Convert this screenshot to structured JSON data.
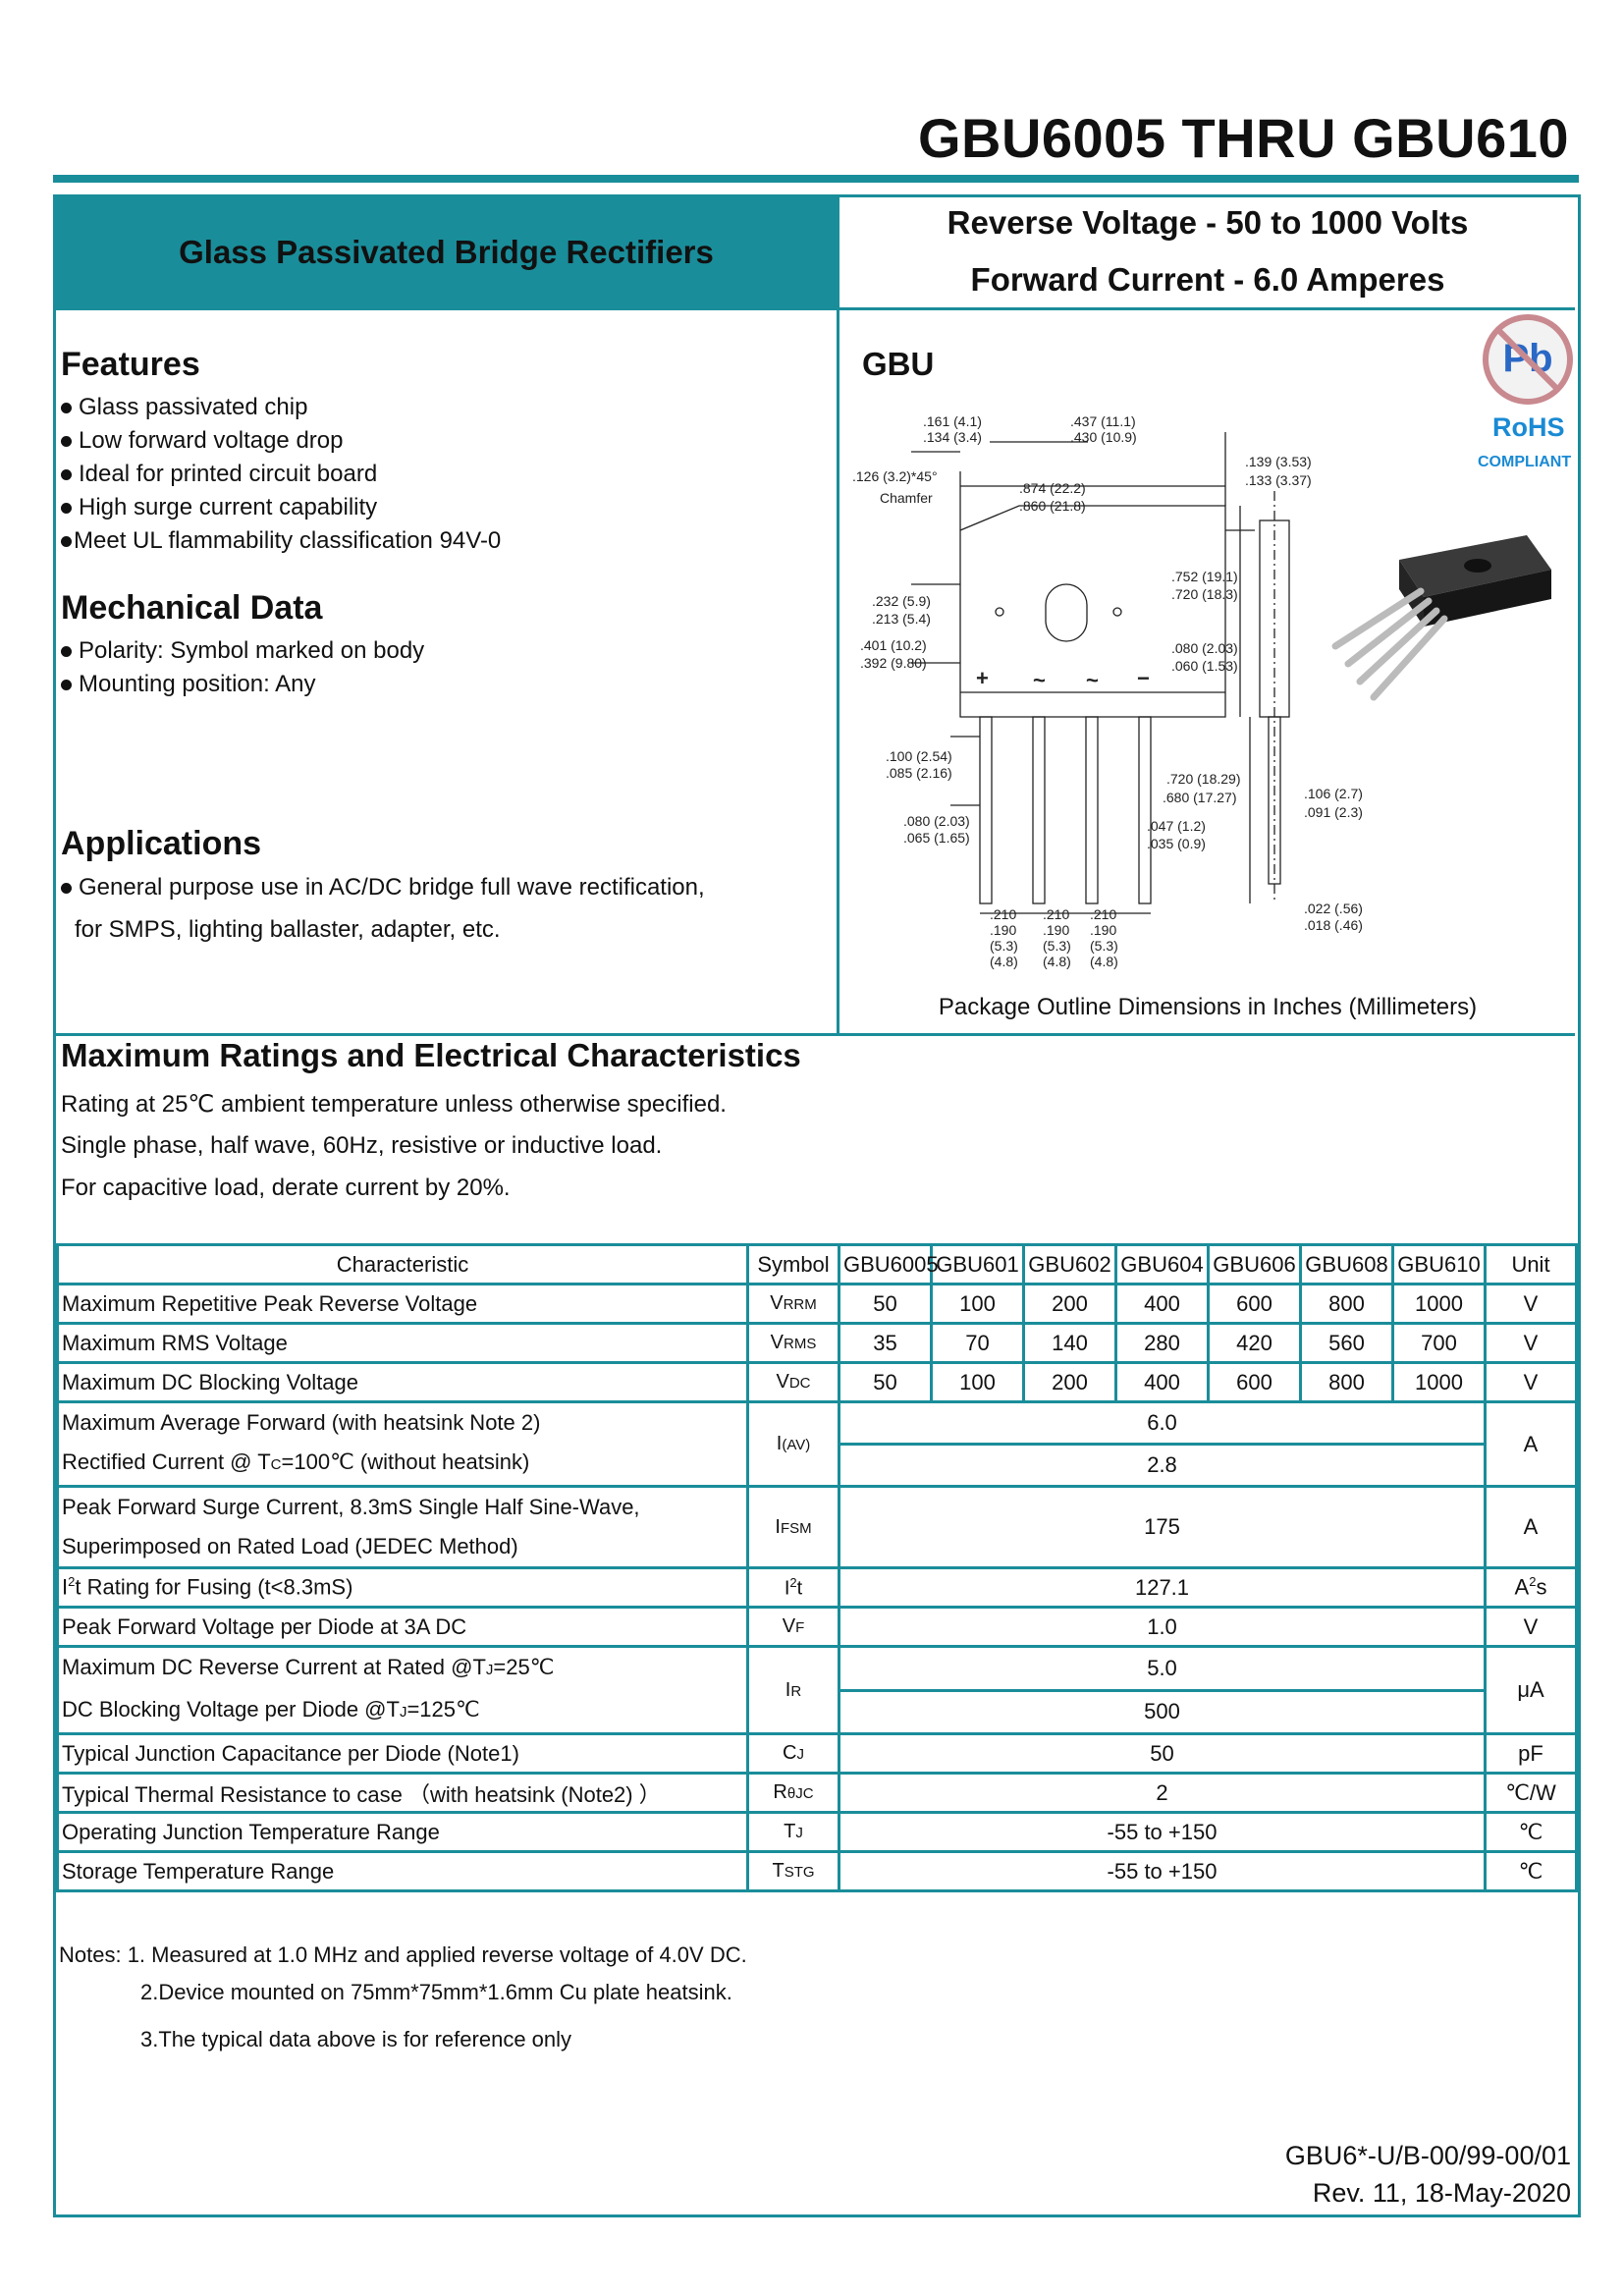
{
  "title": "GBU6005 THRU GBU610",
  "header": {
    "subtitle": "Glass Passivated Bridge Rectifiers",
    "reverse_voltage": "Reverse Voltage  -  50 to 1000 Volts",
    "forward_current": "Forward Current -  6.0 Amperes"
  },
  "features": {
    "title": "Features",
    "items": [
      "Glass passivated chip",
      "Low forward voltage drop",
      "Ideal for printed circuit board",
      "High surge current capability",
      "Meet UL flammability classification 94V-0"
    ]
  },
  "mechanical": {
    "title": "Mechanical Data",
    "items": [
      "Polarity: Symbol marked on body",
      "Mounting position: Any"
    ]
  },
  "applications": {
    "title": "Applications",
    "line1": "General purpose use in AC/DC bridge full wave rectification,",
    "line2": "for SMPS, lighting ballaster, adapter, etc."
  },
  "package": {
    "label": "GBU",
    "caption": "Package Outline Dimensions in Inches (Millimeters)",
    "rohs": "RoHS",
    "rohs_compliant": "COMPLIANT",
    "pb": "Pb",
    "dims": {
      "d1": ".161 (4.1)",
      "d2": ".134 (3.4)",
      "d3": ".437 (11.1)",
      "d4": ".430 (10.9)",
      "d5": ".126 (3.2)*45°",
      "d6": "Chamfer",
      "d7": ".874 (22.2)",
      "d8": ".860 (21.8)",
      "d9": ".139 (3.53)",
      "d10": ".133 (3.37)",
      "d11": ".752 (19.1)",
      "d12": ".720 (18.3)",
      "d13": ".232 (5.9)",
      "d14": ".213 (5.4)",
      "d15": ".401 (10.2)",
      "d16": ".392 (9.80)",
      "d17": ".080 (2.03)",
      "d18": ".060 (1.53)",
      "d19": ".100 (2.54)",
      "d20": ".085 (2.16)",
      "d21": ".720 (18.29)",
      "d22": ".680 (17.27)",
      "d23": ".106 (2.7)",
      "d24": ".091 (2.3)",
      "d25": ".080 (2.03)",
      "d26": ".065 (1.65)",
      "d27": ".047 (1.2)",
      "d28": ".035 (0.9)",
      "d29": ".022 (.56)",
      "d30": ".018 (.46)",
      "d31": ".210",
      "d32": ".190",
      "d33": "(5.3)",
      "d34": "(4.8)"
    },
    "marks": {
      "plus": "+",
      "tilde": "~",
      "minus": "−"
    }
  },
  "ratings": {
    "title": "Maximum Ratings and Electrical Characteristics",
    "p1": "Rating at 25℃ ambient temperature unless otherwise specified.",
    "p2": "Single phase, half wave, 60Hz, resistive or inductive load.",
    "p3": "For capacitive load, derate current by 20%."
  },
  "table": {
    "headers": [
      "Characteristic",
      "Symbol",
      "GBU6005",
      "GBU601",
      "GBU602",
      "GBU604",
      "GBU606",
      "GBU608",
      "GBU610",
      "Unit"
    ],
    "rows": [
      {
        "char": "Maximum Repetitive Peak Reverse Voltage",
        "sym_main": "V",
        "sym_sub": "RRM",
        "values": [
          "50",
          "100",
          "200",
          "400",
          "600",
          "800",
          "1000"
        ],
        "unit": "V"
      },
      {
        "char": "Maximum RMS Voltage",
        "sym_main": "V",
        "sym_sub": "RMS",
        "values": [
          "35",
          "70",
          "140",
          "280",
          "420",
          "560",
          "700"
        ],
        "unit": "V"
      },
      {
        "char": "Maximum DC Blocking Voltage",
        "sym_main": "V",
        "sym_sub": "DC",
        "values": [
          "50",
          "100",
          "200",
          "400",
          "600",
          "800",
          "1000"
        ],
        "unit": "V"
      }
    ],
    "avg": {
      "char1": "Maximum Average Forward   (with heatsink Note 2)",
      "char2": "Rectified Current @ T",
      "char2_sub": "C",
      "char2_end": "=100℃   (without heatsink)",
      "sym": "I",
      "sym_sub": "(AV)",
      "v1": "6.0",
      "v2": "2.8",
      "unit": "A"
    },
    "surge": {
      "char1": "Peak Forward Surge Current, 8.3mS Single Half Sine-Wave,",
      "char2": "Superimposed on Rated Load (JEDEC Method)",
      "sym": "I",
      "sym_sub": "FSM",
      "value": "175",
      "unit": "A"
    },
    "i2t": {
      "char_a": "I",
      "char_sup": "2",
      "char_b": "t Rating for Fusing (t<8.3mS)",
      "sym_a": "I",
      "sym_sup": "2",
      "sym_b": "t",
      "value": "127.1",
      "unit_a": "A",
      "unit_sup": "2",
      "unit_b": "s"
    },
    "vf": {
      "char": "Peak Forward Voltage per Diode at 3A DC",
      "sym": "V",
      "sym_sub": "F",
      "value": "1.0",
      "unit": "V"
    },
    "ir": {
      "char1a": "Maximum DC Reverse Current at Rated @T",
      "char1_sub": "J",
      "char1b": "=25℃",
      "char2a": "DC Blocking Voltage per Diode @T",
      "char2_sub": "J",
      "char2b": "=125℃",
      "sym": "I",
      "sym_sub": "R",
      "v1": "5.0",
      "v2": "500",
      "unit": "μA"
    },
    "cj": {
      "char": "Typical Junction  Capacitance  per Diode (Note1)",
      "sym": "C",
      "sym_sub": "J",
      "value": "50",
      "unit": "pF"
    },
    "rth": {
      "char": "Typical Thermal Resistance to case  （with heatsink (Note2) ）",
      "sym": "R",
      "sym_sub": "θJC",
      "value": "2",
      "unit": "℃/W"
    },
    "tj": {
      "char": "Operating Junction Temperature Range",
      "sym": "T",
      "sym_sub": "J",
      "value": "-55 to +150",
      "unit": "℃"
    },
    "tstg": {
      "char": "Storage Temperature Range",
      "sym": "T",
      "sym_sub": "STG",
      "value": "-55 to +150",
      "unit": "℃"
    }
  },
  "notes": {
    "n1": "Notes: 1. Measured at 1.0 MHz and applied reverse voltage of 4.0V DC.",
    "n2": "2.Device mounted on 75mm*75mm*1.6mm Cu plate heatsink.",
    "n3": "3.The typical data above is for reference only"
  },
  "footer": {
    "doc_id": "GBU6*-U/B-00/99-00/01",
    "revision": "Rev. 11, 18-May-2020"
  }
}
